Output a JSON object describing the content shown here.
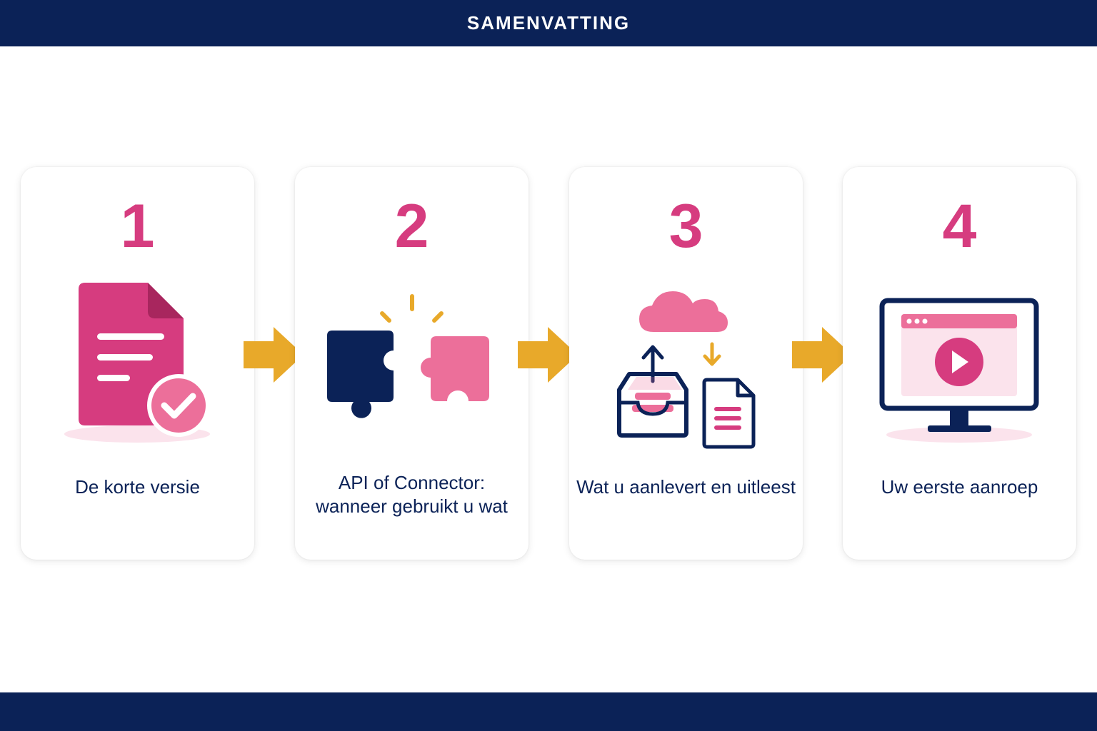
{
  "header": {
    "title": "SAMENVATTING"
  },
  "steps": [
    {
      "number": "1",
      "label": "De korte versie",
      "icon": "document-check-icon"
    },
    {
      "number": "2",
      "label_line1": "API of Connector:",
      "label_line2": "wanneer gebruikt u wat",
      "icon": "puzzle-pieces-icon"
    },
    {
      "number": "3",
      "label": "Wat u aanlevert en uitleest",
      "icon": "cloud-upload-download-icon"
    },
    {
      "number": "4",
      "label": "Uw eerste aanroep",
      "icon": "monitor-video-icon"
    }
  ],
  "colors": {
    "navy": "#0b2257",
    "pink": "#d63c7f",
    "light_pink": "#ec6f9a",
    "arrow_yellow": "#e8a92a"
  }
}
